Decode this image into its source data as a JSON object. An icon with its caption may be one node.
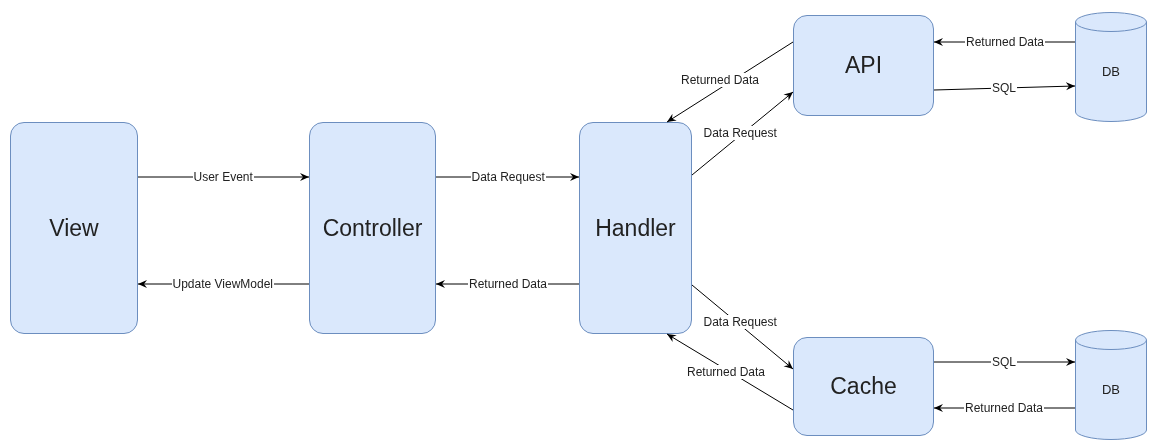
{
  "diagram": {
    "nodes": [
      {
        "text": [
          "View"
        ]
      },
      {
        "text": [
          "Controller"
        ]
      },
      {
        "text": [
          "Handler"
        ]
      },
      {
        "text": [
          "API"
        ]
      },
      {
        "text": [
          "DB"
        ]
      },
      {
        "text": [
          "Cache"
        ]
      },
      {
        "text": [
          "DB"
        ]
      }
    ],
    "edges": [
      {
        "from": 0,
        "to": 1,
        "arrow": "to",
        "label": "User Event"
      },
      {
        "from": 1,
        "to": 0,
        "arrow": "to",
        "label": "Update ViewModel"
      },
      {
        "from": 1,
        "to": 2,
        "arrow": "to",
        "label": "Data Request"
      },
      {
        "from": 2,
        "to": 1,
        "arrow": "to",
        "label": "Returned Data"
      },
      {
        "from": 2,
        "to": 3,
        "arrow": "to",
        "label": "Data Request"
      },
      {
        "from": 3,
        "to": 2,
        "arrow": "to",
        "label": "Returned Data"
      },
      {
        "from": 2,
        "to": 5,
        "arrow": "to",
        "label": "Data Request"
      },
      {
        "from": 5,
        "to": 2,
        "arrow": "to",
        "label": "Returned Data"
      },
      {
        "from": 4,
        "to": 3,
        "arrow": "to",
        "label": "Returned Data"
      },
      {
        "from": 3,
        "to": 4,
        "arrow": "to",
        "label": "SQL"
      },
      {
        "from": 5,
        "to": 6,
        "arrow": "to",
        "label": "SQL"
      },
      {
        "from": 6,
        "to": 5,
        "arrow": "to",
        "label": "Returned Data"
      }
    ]
  }
}
